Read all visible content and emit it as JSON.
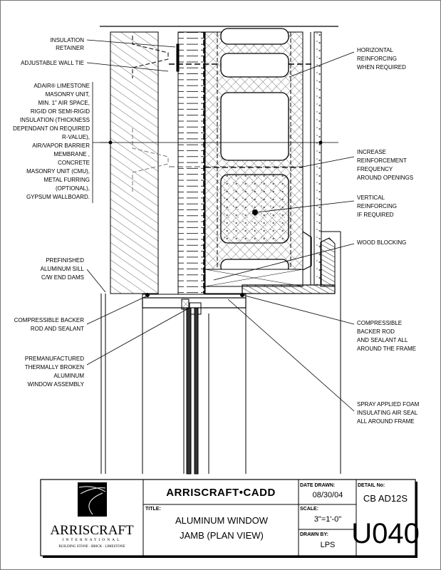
{
  "labels_left": {
    "insulation_retainer": [
      "INSULATION",
      "RETAINER"
    ],
    "adjustable_wall_tie": [
      "ADJUSTABLE WALL TIE"
    ],
    "wall_assembly": [
      "ADAIR® LIMESTONE",
      "MASONRY UNIT,",
      "MIN. 1\" AIR SPACE,",
      "RIGID OR SEMI-RIGID",
      "INSULATION (THICKNESS",
      "DEPENDANT ON REQUIRED",
      "R-VALUE),",
      "AIR/VAPOR BARRIER",
      "MEMBRANE ,",
      "CONCRETE",
      "MASONRY UNIT (CMU),",
      "METAL FURRING",
      "(OPTIONAL),",
      "GYPSUM WALLBOARD."
    ],
    "aluminum_sill": [
      "PREFINISHED",
      "ALUMINUM SILL",
      "C/W END DAMS"
    ],
    "backer_rod": [
      "COMPRESSIBLE BACKER",
      "ROD AND SEALANT"
    ],
    "window_assembly": [
      "PREMANUFACTURED",
      "THERMALLY BROKEN",
      "ALUMINUM",
      "WINDOW ASSEMBLY"
    ]
  },
  "labels_right": {
    "horizontal_reinforcing": [
      "HORIZONTAL",
      "REINFORCING",
      "WHEN REQUIRED"
    ],
    "increase_reinforcement": [
      "INCREASE",
      "REINFORCEMENT",
      "FREQUENCY",
      "AROUND OPENINGS"
    ],
    "vertical_reinforcing": [
      "VERTICAL",
      "REINFORCING",
      "IF REQUIRED"
    ],
    "wood_blocking": [
      "WOOD BLOCKING"
    ],
    "backer_rod_frame": [
      "COMPRESSIBLE",
      "BACKER ROD",
      "AND SEALANT ALL",
      "AROUND THE FRAME"
    ],
    "spray_foam": [
      "SPRAY APPLIED FOAM",
      "INSULATING AIR SEAL",
      "ALL AROUND FRAME"
    ]
  },
  "title_block": {
    "logo_name": "ARRISCRAFT",
    "logo_sub": "INTERNATIONAL",
    "logo_tagline": "BUILDING STONE · BRICK · LIMESTONE",
    "cadd": "ARRISCRAFT•CADD",
    "title_label": "TITLE:",
    "title_lines": [
      "ALUMINUM WINDOW",
      "JAMB (PLAN VIEW)"
    ],
    "date_label": "DATE DRAWN:",
    "date": "08/30/04",
    "scale_label": "SCALE:",
    "scale": "3\"=1'-0\"",
    "drawn_by_label": "DRAWN BY:",
    "drawn_by": "LPS",
    "detail_label": "DETAIL No:",
    "detail_code": "CB AD12S",
    "detail_number": "U040"
  }
}
